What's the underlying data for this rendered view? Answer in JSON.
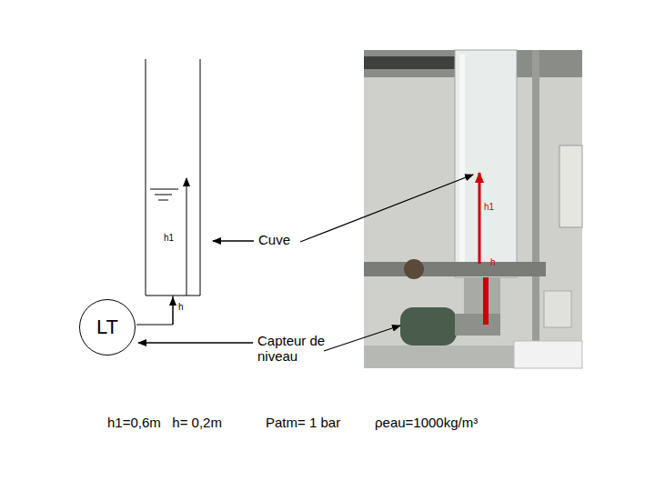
{
  "diagram": {
    "nodes": [
      {
        "text": [
          "LT"
        ]
      }
    ],
    "labels": [
      "h1",
      "Cuve",
      "h",
      "Capteur de niveau",
      "h1",
      "h",
      "h1=0,6m   h= 0,2m",
      "Patm= 1 bar",
      "ρeau=1000kg/m³"
    ]
  }
}
